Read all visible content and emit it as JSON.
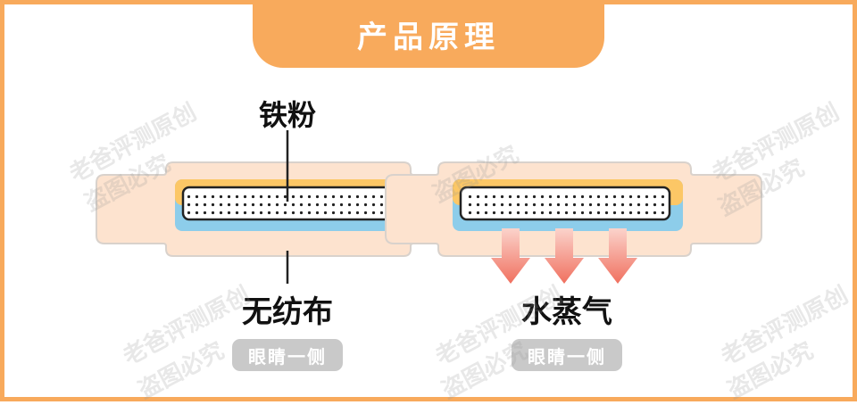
{
  "header": {
    "title": "产品原理"
  },
  "labels": {
    "iron_powder": "铁粉",
    "non_woven": "无纺布",
    "water_vapor": "水蒸气"
  },
  "badges": {
    "left": "眼睛一侧",
    "right": "眼睛一侧"
  },
  "watermark": {
    "line1": "老爸评测原创",
    "line2": "盗图必究"
  },
  "colors": {
    "accent": "#f8aa5c",
    "pad": "#fde3cf",
    "pad_border": "#d9d2cc",
    "yellow_layer": "#fcc766",
    "blue_layer": "#8dcdea",
    "badge": "#c9c9c9",
    "arrow": "#f2857a"
  }
}
